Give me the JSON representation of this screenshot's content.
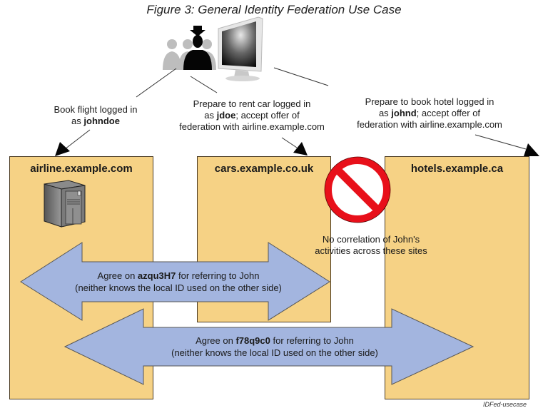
{
  "figure": {
    "title": "Figure 3: General Identity Federation Use Case",
    "credit": "IDFed-usecase"
  },
  "user_group": {
    "icons": [
      "user-silhouette-icon",
      "monitor-icon"
    ]
  },
  "sites": [
    {
      "name": "airline.example.com",
      "icon": "server-tower-icon"
    },
    {
      "name": "cars.example.co.uk"
    },
    {
      "name": "hotels.example.ca"
    }
  ],
  "notes": {
    "airline": {
      "line1": "Book flight logged in",
      "prefix": "as ",
      "user": "johndoe",
      "suffix": "",
      "line3": ""
    },
    "cars": {
      "line1": "Prepare to rent car logged in",
      "prefix": "as ",
      "user": "jdoe",
      "suffix": "; accept offer of",
      "line3": "federation with airline.example.com"
    },
    "hotels": {
      "line1": "Prepare to book hotel logged in",
      "prefix": "as ",
      "user": "johnd",
      "suffix": "; accept offer of",
      "line3": "federation with airline.example.com"
    }
  },
  "no_correlation": {
    "icon": "prohibited-icon",
    "line1": "No correlation of John's",
    "line2": "activities across these sites"
  },
  "agreements": [
    {
      "prefix": "Agree on ",
      "id": "azqu3H7",
      "suffix": " for referring to John",
      "line2": "(neither knows the local ID used on the other side)"
    },
    {
      "prefix": "Agree on ",
      "id": "f78q9c0",
      "suffix": " for referring to John",
      "line2": "(neither knows the local ID used on the other side)"
    }
  ],
  "colors": {
    "box_fill": "#f6d285",
    "arrow_fill": "#a3b5df",
    "prohibited_red": "#e8101a"
  }
}
